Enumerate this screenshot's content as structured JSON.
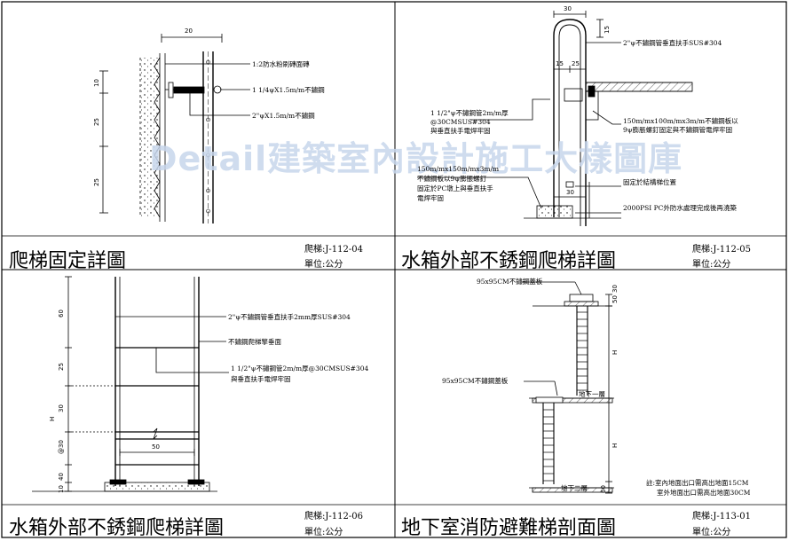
{
  "watermark": "Detail建築室內設計施工大樣圖庫",
  "panels": [
    {
      "title": "爬梯固定詳圖",
      "code": "爬梯:J-112-04",
      "unit": "單位:公分",
      "notes": [
        "1:2防水粉刷磚面磚",
        "1 1/4ψX1.5m/m不鏽鋼",
        "2\"ψX1.5m/m不鏽鋼"
      ],
      "dims": [
        "20",
        "10",
        "25",
        "25"
      ]
    },
    {
      "title": "水箱外部不銹鋼爬梯詳圖",
      "code": "爬梯:J-112-05",
      "unit": "單位:公分",
      "notes": [
        "2\"ψ不鏽鋼管垂直扶手SUS#304",
        "1 1/2\"ψ不鏽鋼管2m/m厚",
        "@30CMSUS#304",
        "與垂直扶手電焊牢固",
        "150m/mx100m/mx3m/m不鏽鋼板以",
        "9ψ膨脹螺釘固定與不鏽鋼管電焊牢固",
        "150m/mx150m/mx3m/m",
        "不鏽鋼板以9ψ膨脹螺釘",
        "固定於PC墩上與垂直扶手",
        "電焊牢固",
        "固定於結構梯位置",
        "2000PSI PC外防水處理完成後再澆築"
      ],
      "dims": [
        "30",
        "15",
        "15",
        "25",
        "30"
      ]
    },
    {
      "title": "水箱外部不銹鋼爬梯詳圖",
      "code": "爬梯:J-112-06",
      "unit": "單位:公分",
      "notes": [
        "2\"ψ不鏽鋼管垂直扶手2mm厚SUS#304",
        "不鏽鋼爬梯擎垂面",
        "1 1/2\"ψ不鏽鋼管2m/m厚@30CMSUS#304",
        "與垂直扶手電焊牢固"
      ],
      "dims": [
        "60",
        "25",
        "30",
        "H",
        "@30",
        "40",
        "10",
        "50"
      ]
    },
    {
      "title": "地下室消防避難梯剖面圖",
      "code": "爬梯:J-113-01",
      "unit": "單位:公分",
      "notes": [
        "95x95CM不鏽鋼蓋板",
        "95x95CM不鏽鋼蓋板",
        "地下一層",
        "地下二層",
        "註:室內地面出口需高出地面15CM",
        "室外地面出口需高出地面30CM"
      ],
      "dims": [
        "50",
        "30",
        "H",
        "H",
        "60"
      ]
    }
  ]
}
